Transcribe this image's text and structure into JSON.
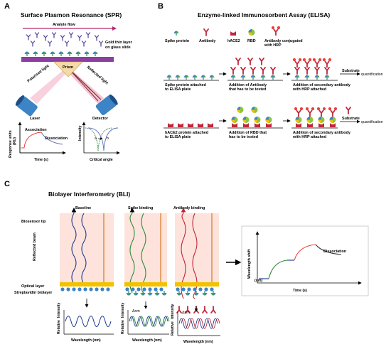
{
  "panel_a": {
    "letter": "A",
    "title": "Surface Plasmon Resonance (SPR)",
    "analyte_flow": "Analyte flow",
    "gold_line1": "Gold thin layer",
    "gold_line2": "on glass slide",
    "polarised_light": "Polarised light",
    "prism": "Prism",
    "reflected_light": "Reflected light",
    "laser": "Laser",
    "detector": "Detector",
    "ylabel_line1": "Response units",
    "ylabel_line2": "(RU)",
    "xlabel": "Time (s)",
    "association": "Association",
    "dissociation": "Dissociation",
    "intensity": "Intensity",
    "critical_angle": "Critical angle",
    "curve_a": "a",
    "curve_b": "b",
    "colors": {
      "association": "#e8403a",
      "dissociation": "#5b6fb5",
      "beam": "#f2b6c8",
      "gold": "#8b3fa0"
    }
  },
  "panel_b": {
    "letter": "B",
    "title": "Enzyme-linked Immunosorbent Assay (ELISA)",
    "legend": {
      "spike": "Spike protein",
      "antibody": "Antibody",
      "hace2": "hACE2",
      "rbd": "RBD",
      "hrp_line1": "Antibody conjugated",
      "hrp_line2": "with HRP"
    },
    "row1": {
      "step1_l1": "Spike protein attached",
      "step1_l2": "to ELISA plate",
      "step2_l1": "Addition of Antibody",
      "step2_l2": "that has to be tested",
      "step3_l1": "Addition of secondary antibody",
      "step3_l2": "with HRP attached",
      "substrate": "Substrate",
      "quant": "quantification"
    },
    "row2": {
      "step1_l1": "hACE2 protein attached",
      "step1_l2": "to ELISA plate",
      "step2_l1": "Addition of RBD that",
      "step2_l2": "has to be tested",
      "step3_l1": "Addition of secondary antibody",
      "step3_l2": "with HRP attached",
      "substrate": "Substrate",
      "quant": "quantification"
    }
  },
  "panel_c": {
    "letter": "C",
    "title": "Biolayer Interferometry (BLI)",
    "col_titles": [
      "Baseline",
      "Spike binding",
      "Antibody binding"
    ],
    "biosensor_tip": "Biosensor tip",
    "reflected_beam": "Reflected beam",
    "optical_layer": "Optical layer",
    "streptavidin": "Streptavidin biolayer",
    "rel_intensity_l1": "Relative",
    "rel_intensity_l2": "Intensity",
    "wavelength": "Wavelength (nm)",
    "delta_nm": "Δnm",
    "shift_ylabel": "Wavelength shift",
    "shift_unit": "(nm)",
    "time": "Time (s)",
    "dissociation": "Dissociation",
    "colors": {
      "baseline": "#1a3a8f",
      "spike": "#2e8b3e",
      "antibody": "#c0263a",
      "tip": "#fde3dc",
      "optical": "#f2c200"
    }
  }
}
